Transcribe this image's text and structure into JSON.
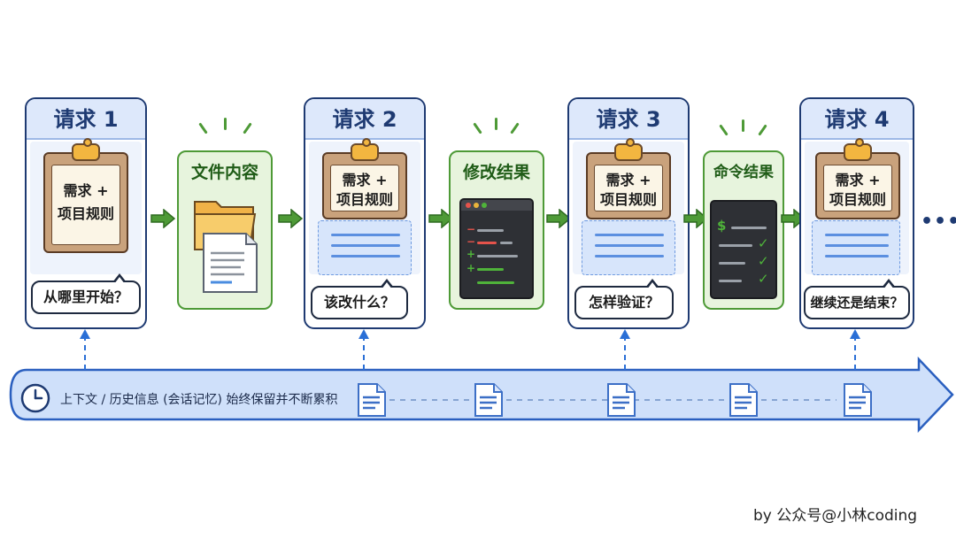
{
  "requests": [
    {
      "title": "请求 1",
      "clipboard": [
        "需求 +",
        "项目规则"
      ],
      "question": "从哪里开始？"
    },
    {
      "title": "请求 2",
      "clipboard": [
        "需求 +",
        "项目规则"
      ],
      "question": "该改什么？"
    },
    {
      "title": "请求 3",
      "clipboard": [
        "需求 +",
        "项目规则"
      ],
      "question": "怎样验证？"
    },
    {
      "title": "请求 4",
      "clipboard": [
        "需求 +",
        "项目规则"
      ],
      "question": "继续还是结束？"
    }
  ],
  "results": [
    {
      "title": "文件内容",
      "icon": "folder-document-icon"
    },
    {
      "title": "修改结果",
      "icon": "diff-terminal-icon"
    },
    {
      "title": "命令结果",
      "icon": "command-terminal-icon"
    }
  ],
  "ellipsis": "•••",
  "timeline": {
    "text": "上下文 / 历史信息 (会话记忆) 始终保留并不断累积",
    "icon": "clock-icon"
  },
  "terminal": {
    "prompt": "$"
  },
  "credit": "by  公众号@小林coding",
  "colors": {
    "navy": "#1e3a72",
    "green": "#4e9a37",
    "blue_light": "#dde8fb",
    "band": "#cfe0fa"
  }
}
